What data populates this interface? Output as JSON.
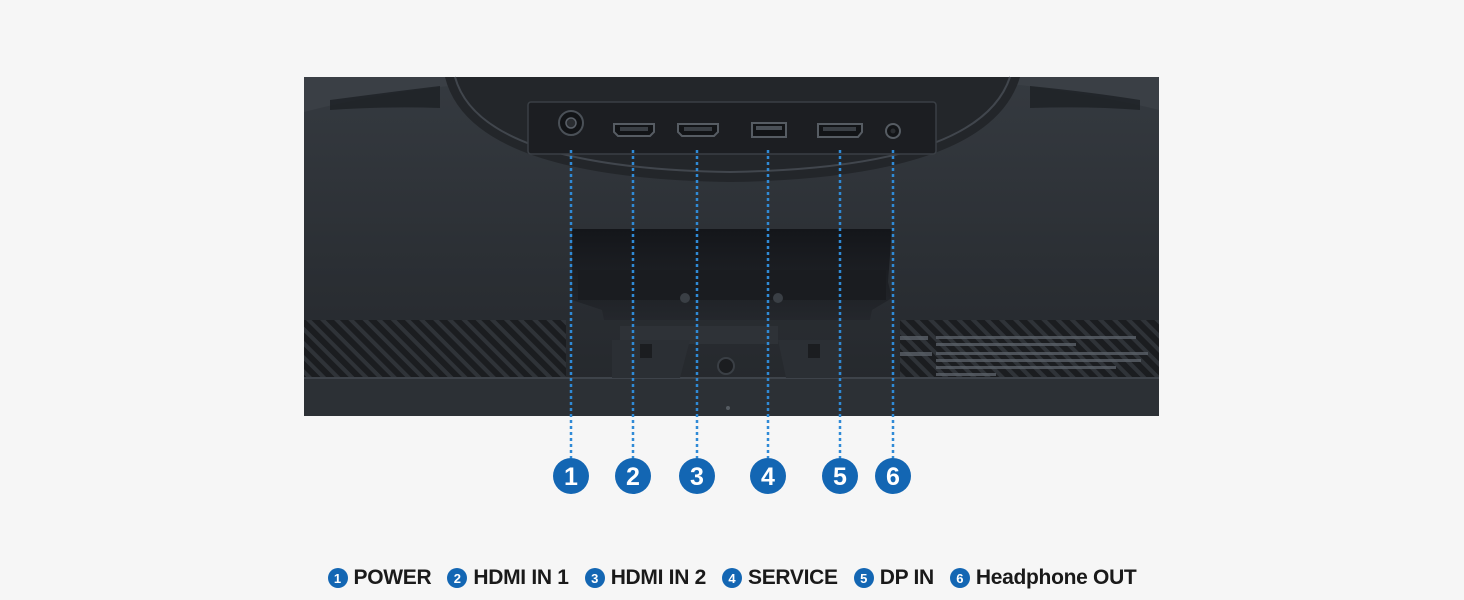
{
  "colors": {
    "background": "#f6f6f6",
    "accent": "#1366b3",
    "monitor_body": "#2a2d31",
    "port_panel": "#1e2024",
    "label_text": "#1a1a1a"
  },
  "callouts": [
    {
      "number": "1",
      "label": "POWER",
      "port": "power-connector"
    },
    {
      "number": "2",
      "label": "HDMI IN 1",
      "port": "hdmi-port"
    },
    {
      "number": "3",
      "label": "HDMI IN 2",
      "port": "hdmi-port"
    },
    {
      "number": "4",
      "label": "SERVICE",
      "port": "usb-port"
    },
    {
      "number": "5",
      "label": "DP IN",
      "port": "displayport"
    },
    {
      "number": "6",
      "label": "Headphone OUT",
      "port": "audio-jack"
    }
  ]
}
